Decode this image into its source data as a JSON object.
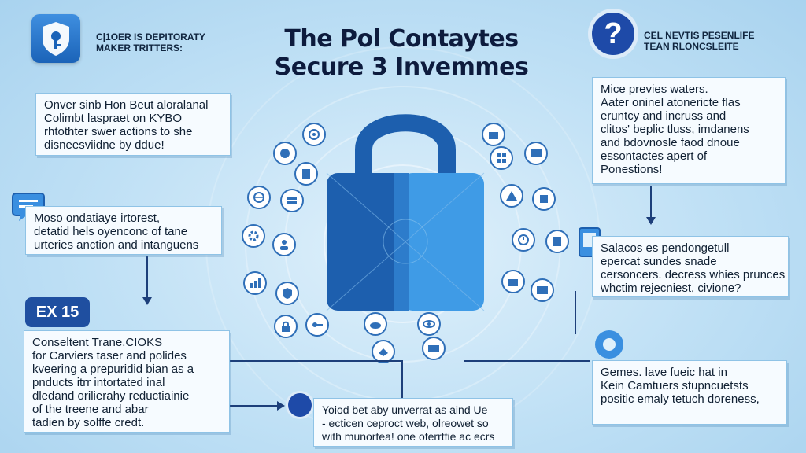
{
  "title_lines": [
    "The Pol Contaytes",
    "Secure 3 Invemmes"
  ],
  "top_left_header": [
    "C|1OER IS DEPITORATY",
    "MAKER TRITTERS:"
  ],
  "top_right_header": [
    "CEL NEVTIS PESENLIFE",
    "TEAN RLONCSLEITE"
  ],
  "ex_badge": "EX 15",
  "card_left_1": [
    "Onver sinb Hon Beut aloralanal",
    "Colimbt laspraet on KYBO",
    "rhtothter swer actions to she",
    "disneesviidne by ddue!"
  ],
  "card_left_2": [
    "Moso ondatiaye irtorest,",
    "detatid hels oyenconc of tane",
    "urteries anction and intanguens"
  ],
  "card_left_3": [
    "Conseltent Trane.CIOKS",
    "for Carviers taser and polides",
    "kveering a prepuridid bian as a",
    "pnducts itrr intortated inal",
    "dledand orilierahy reductiainie",
    "of the treene and abar",
    "tadien by solffe credt."
  ],
  "card_bottom_center": [
    "Yoiod bet aby unverrat as aind Ue",
    "- ecticen ceproct web, olreowet so",
    "with munortea! one oferrtfie ac ecrs"
  ],
  "card_right_1": [
    "Mice previes waters.",
    "Aater oninel atonericte flas",
    "eruntcy and incruss and",
    "clitos' beplic tluss, imdanens",
    "and bdovnosle faod dnoue",
    "essontactes apert of",
    "Ponestions!"
  ],
  "card_right_2": [
    "Salacos es pendongetull",
    "epercat sundes snade",
    "cersoncers. decress whies prunces",
    "whctim rejecniest, civione?"
  ],
  "card_right_3": [
    "Gemes. lave fueic hat in",
    "Kein Camtuers stupncuetsts",
    "positic emaly tetuch doreness,"
  ],
  "colors": {
    "accent_dark": "#1d3f7a",
    "accent": "#2f6fb8",
    "lock_left": "#1d5fae",
    "lock_right": "#3f9be6"
  }
}
